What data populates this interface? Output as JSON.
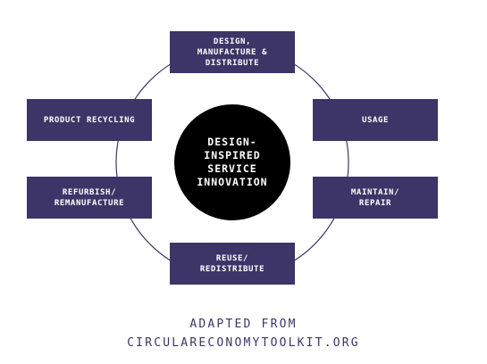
{
  "diagram": {
    "center_label": "DESIGN-\nINSPIRED\nSERVICE\nINNOVATION",
    "stages": {
      "design": "DESIGN,\nMANUFACTURE &\nDISTRIBUTE",
      "usage": "USAGE",
      "maintain": "MAINTAIN/\nREPAIR",
      "reuse": "REUSE/\nREDISTRIBUTE",
      "refurbish": "REFURBISH/\nREMANUFACTURE",
      "recycling": "PRODUCT RECYCLING"
    },
    "colors": {
      "box": "#3d3567",
      "center": "#000000",
      "ring": "#3d3567",
      "caption": "#3d3567"
    }
  },
  "caption": {
    "line1": "ADAPTED FROM",
    "line2": "CIRCULARECONOMYTOOLKIT.ORG"
  }
}
